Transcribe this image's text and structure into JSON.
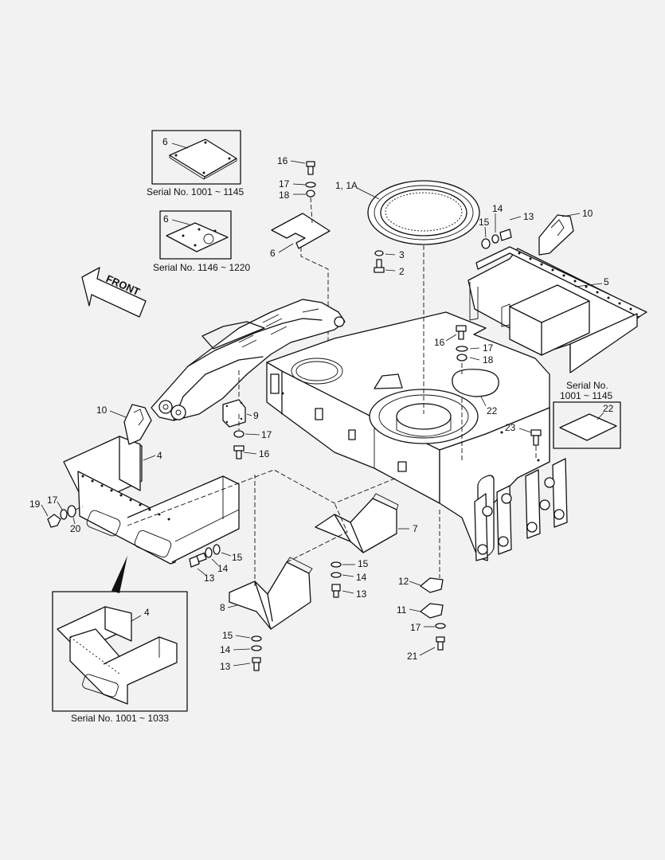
{
  "callouts": {
    "c1": "1, 1A",
    "c2": "2",
    "c3": "3",
    "c4a": "4",
    "c4b": "4",
    "c5": "5",
    "c6a": "6",
    "c6b": "6",
    "c6c": "6",
    "c7": "7",
    "c8": "8",
    "c9": "9",
    "c10a": "10",
    "c10b": "10",
    "c11": "11",
    "c12": "12",
    "c13a": "13",
    "c13b": "13",
    "c13c": "13",
    "c13d": "13",
    "c14a": "14",
    "c14b": "14",
    "c14c": "14",
    "c14d": "14",
    "c15a": "15",
    "c15b": "15",
    "c15c": "15",
    "c15d": "15",
    "c16a": "16",
    "c16b": "16",
    "c16c": "16",
    "c17a": "17",
    "c17b": "17",
    "c17c": "17",
    "c17d": "17",
    "c17e": "17",
    "c18a": "18",
    "c18b": "18",
    "c19": "19",
    "c20": "20",
    "c21": "21",
    "c22a": "22",
    "c22b": "22",
    "c23": "23"
  },
  "front_label": "FRONT",
  "serial_notes": {
    "s1001_1145": "Serial No. 1001 ~ 1145",
    "s1146_1220": "Serial No. 1146 ~ 1220",
    "s1001_1033": "Serial No. 1001 ~ 1033",
    "right_line1": "Serial No.",
    "right_line2": "1001 ~ 1145"
  }
}
